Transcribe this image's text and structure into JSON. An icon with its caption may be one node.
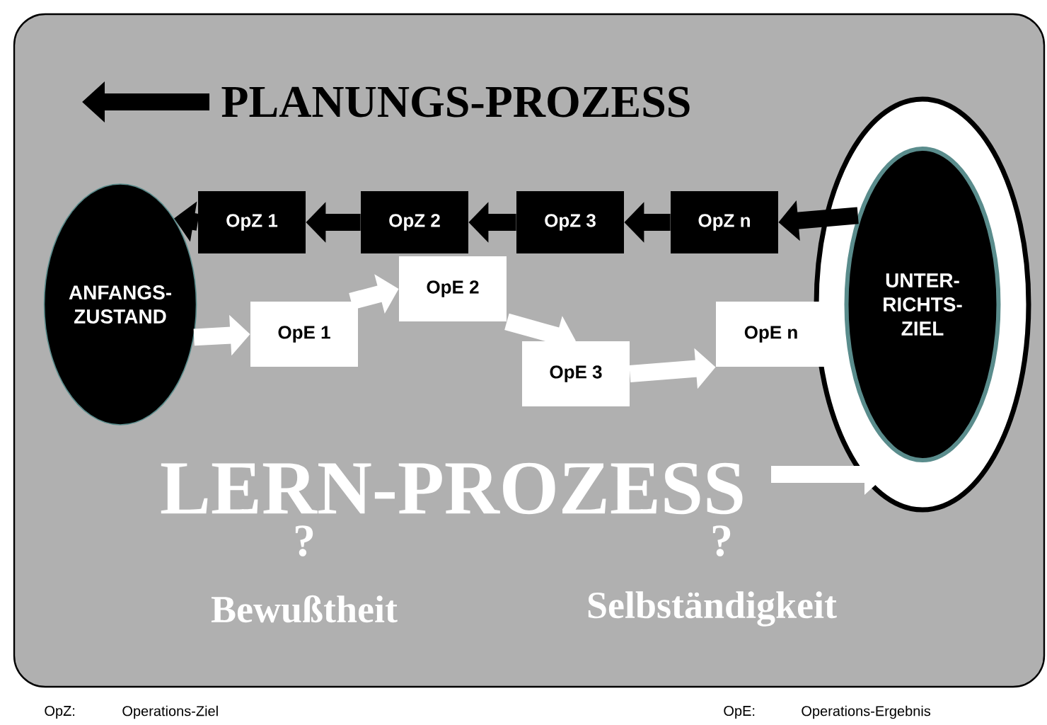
{
  "diagram": {
    "title": "PLANUNGS-PROZESS",
    "nodes": [
      {
        "text": [
          "ANFANGS- ZUSTAND"
        ]
      },
      {
        "text": [
          "UNTER- RICHTS- ZIEL"
        ]
      },
      {
        "text": [
          "OpZ 1"
        ]
      },
      {
        "text": [
          "OpZ 2"
        ]
      },
      {
        "text": [
          "OpZ 3"
        ]
      },
      {
        "text": [
          "OpZ n"
        ]
      },
      {
        "text": [
          "OpE 1"
        ]
      },
      {
        "text": [
          "OpE 2"
        ]
      },
      {
        "text": [
          "OpE 3"
        ]
      },
      {
        "text": [
          "OpE n"
        ]
      }
    ],
    "edges": [
      {
        "from": 1,
        "to": 5,
        "arrow": "to"
      },
      {
        "from": 5,
        "to": 4,
        "arrow": "to"
      },
      {
        "from": 4,
        "to": 3,
        "arrow": "to"
      },
      {
        "from": 3,
        "to": 2,
        "arrow": "to"
      },
      {
        "from": 2,
        "to": 0,
        "arrow": "to"
      },
      {
        "from": 0,
        "to": 6,
        "arrow": "to",
        "color": "#ffffff"
      },
      {
        "from": 6,
        "to": 7,
        "arrow": "to",
        "color": "#ffffff"
      },
      {
        "from": 7,
        "to": 8,
        "arrow": "to",
        "color": "#ffffff"
      },
      {
        "from": 8,
        "to": 9,
        "arrow": "to",
        "color": "#ffffff"
      }
    ],
    "labels": [
      "LERN-PROZESS",
      "?",
      "?",
      "Bewußtheit",
      "Selbständigkeit",
      "OpZ:",
      "Operations-Ziel",
      "OpE:",
      "Operations-Ergebnis"
    ]
  }
}
